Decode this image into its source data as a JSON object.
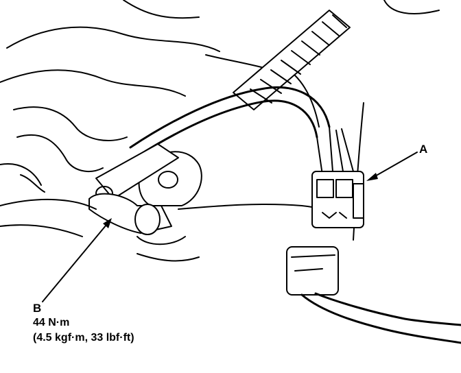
{
  "labels": {
    "a": "A",
    "b": "B"
  },
  "torque_spec": {
    "primary": "44 N·m",
    "alternate": "(4.5 kgf·m, 33 lbf·ft)"
  },
  "colors": {
    "ink": "#000000",
    "paper": "#ffffff"
  }
}
